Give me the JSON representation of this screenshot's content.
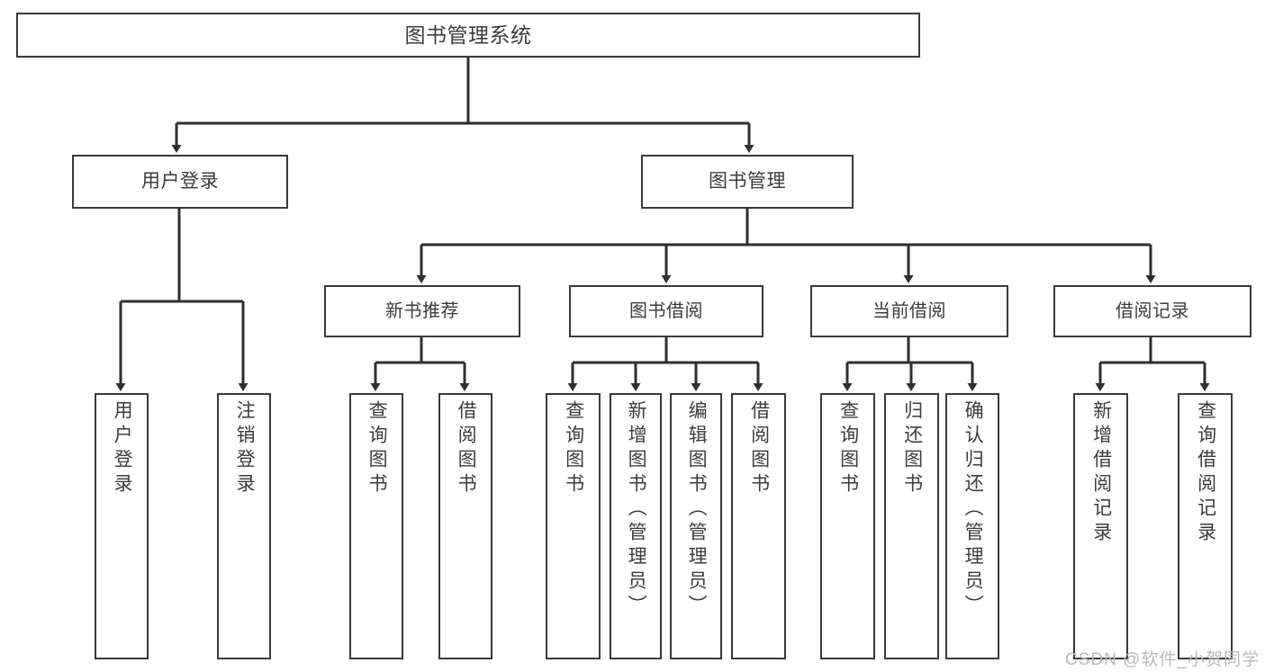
{
  "diagram": {
    "title": "图书管理系统",
    "type": "tree-hierarchy",
    "root": {
      "label": "图书管理系统"
    },
    "level1": [
      {
        "label": "用户登录"
      },
      {
        "label": "图书管理"
      }
    ],
    "level2": [
      {
        "label": "新书推荐"
      },
      {
        "label": "图书借阅"
      },
      {
        "label": "当前借阅"
      },
      {
        "label": "借阅记录"
      }
    ],
    "leaves": {
      "user_login": [
        {
          "label": "用户登录"
        },
        {
          "label": "注销登录"
        }
      ],
      "new_book_recommend": [
        {
          "label": "查询图书"
        },
        {
          "label": "借阅图书"
        }
      ],
      "book_borrow": [
        {
          "label": "查询图书"
        },
        {
          "label": "新增图书（管理员）"
        },
        {
          "label": "编辑图书（管理员）"
        },
        {
          "label": "借阅图书"
        }
      ],
      "current_borrow": [
        {
          "label": "查询图书"
        },
        {
          "label": "归还图书"
        },
        {
          "label": "确认归还（管理员）"
        }
      ],
      "borrow_record": [
        {
          "label": "新增借阅记录"
        },
        {
          "label": "查询借阅记录"
        }
      ]
    }
  },
  "watermark": {
    "text": "CSDN @软件_小贺同学"
  },
  "colors": {
    "box_border": "#3a3a3a",
    "text": "#3c3c3c",
    "connector": "#2f2f2f",
    "background": "#ffffff",
    "watermark": "#b9b9b9"
  }
}
